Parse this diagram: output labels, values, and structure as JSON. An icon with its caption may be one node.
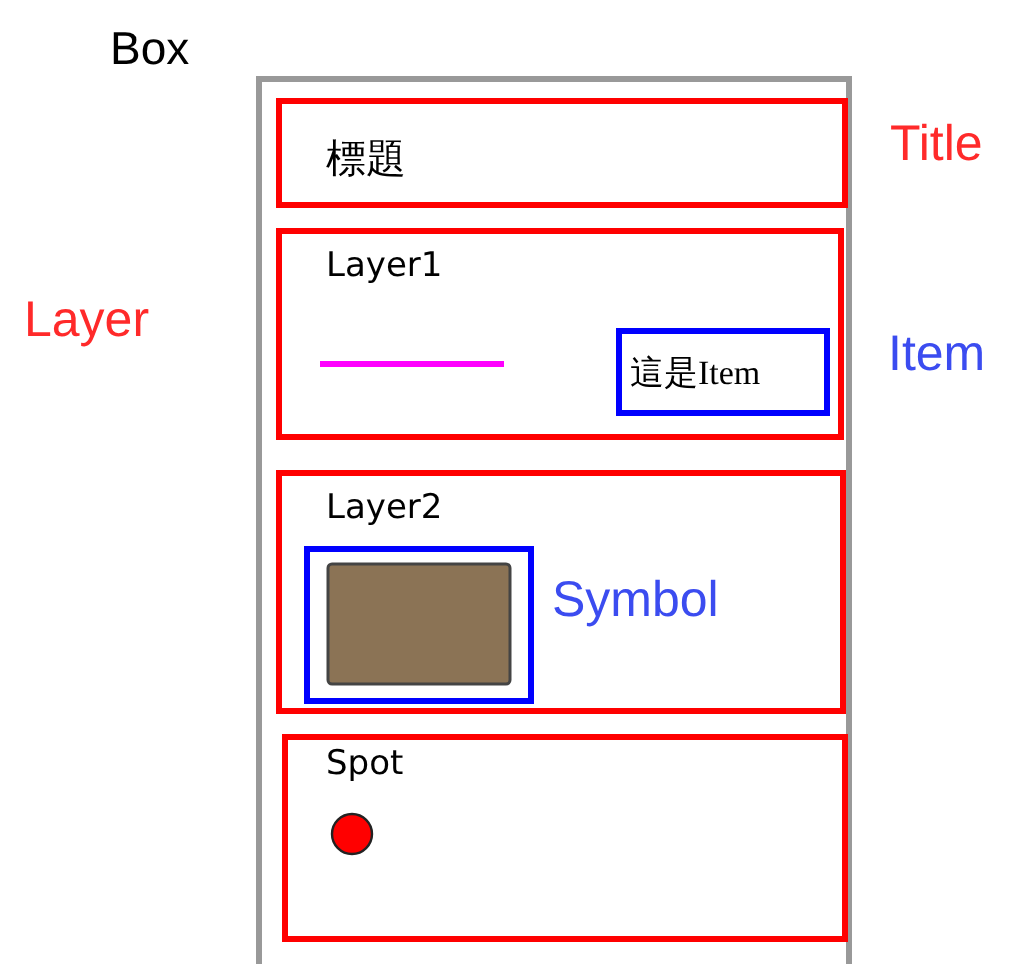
{
  "diagram": {
    "nodes": [
      {
        "text": [
          "Box"
        ]
      },
      {
        "text": [
          "標題"
        ],
        "in": 0
      },
      {
        "text": [
          "Layer1"
        ],
        "in": 0
      },
      {
        "text": [
          "這是Item"
        ],
        "in": 2
      },
      {
        "text": [
          "Layer2"
        ],
        "in": 0
      },
      {
        "text": [],
        "shape": "box",
        "in": 4
      },
      {
        "text": [
          "Spot"
        ],
        "in": 0
      }
    ],
    "labels": [
      "Title",
      "Layer",
      "Item",
      "Symbol"
    ]
  }
}
